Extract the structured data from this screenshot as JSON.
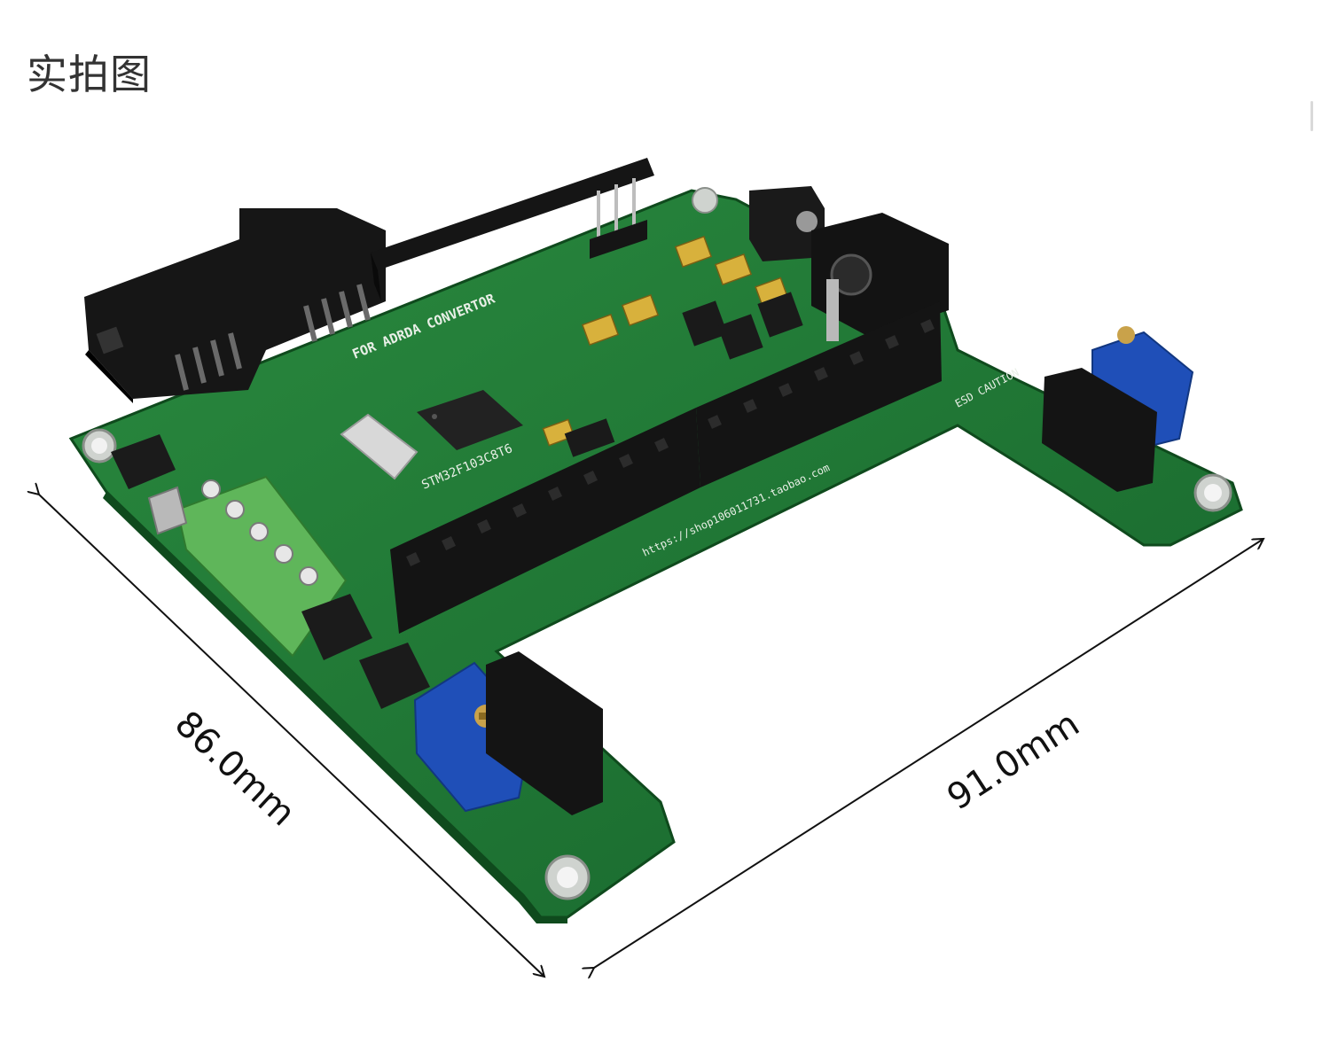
{
  "header": {
    "title": "实拍图"
  },
  "photo": {
    "board_text": {
      "top_label": "FOR ADRDA CONVERTOR",
      "mcu_label": "STM32F103C8T6",
      "url_label": "https://shop106011731.taobao.com",
      "caution_label": "ESD CAUTION"
    },
    "dimensions": {
      "width_label": "91.0mm",
      "depth_label": "86.0mm"
    }
  },
  "colors": {
    "pcb": "#1f7a35",
    "pcb_dark": "#135524",
    "header": "#141414",
    "terminal": "#5fb65a",
    "trimpot": "#1f4fb8"
  }
}
